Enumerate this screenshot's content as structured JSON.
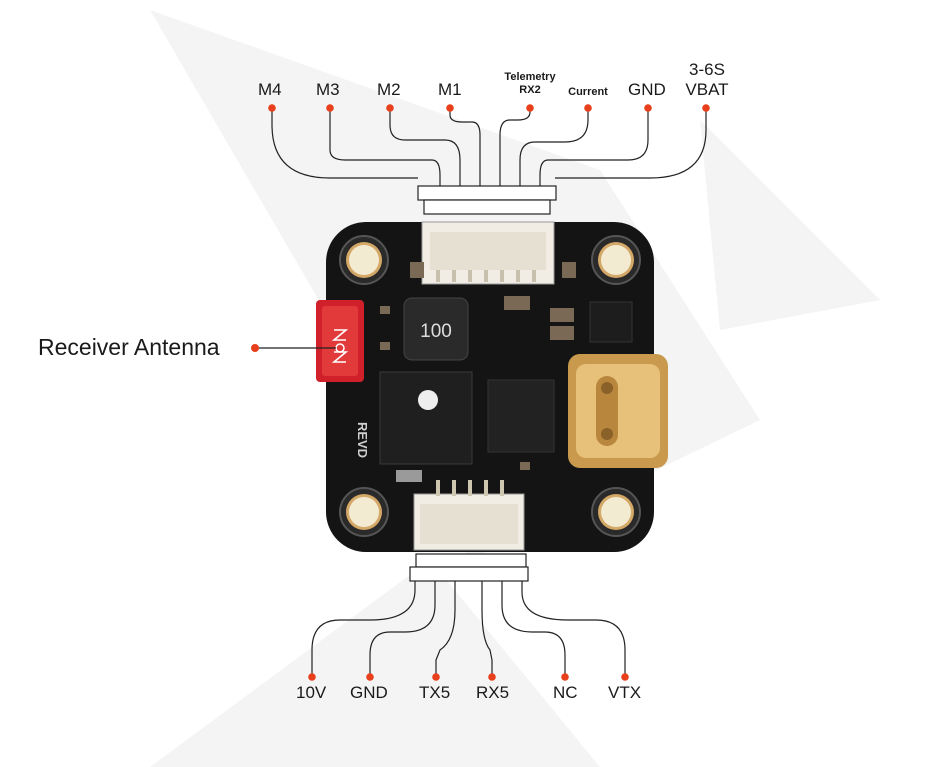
{
  "top_labels": {
    "m4": "M4",
    "m3": "M3",
    "m2": "M2",
    "m1": "M1",
    "telemetry_line1": "Telemetry",
    "telemetry_line2": "RX2",
    "current": "Current",
    "gnd": "GND",
    "vbat_line1": "3-6S",
    "vbat_line2": "VBAT"
  },
  "bottom_labels": {
    "v10": "10V",
    "gnd": "GND",
    "tx5": "TX5",
    "rx5": "RX5",
    "nc": "NC",
    "vtx": "VTX"
  },
  "antenna_label": "Receiver Antenna",
  "board_text": {
    "inductor_marking": "100",
    "edge_marking": "REVD"
  },
  "colors": {
    "pin_dot": "#e8401c",
    "wire": "#222222",
    "board": "#141414",
    "pad_gold": "#d4a866",
    "usb_metal": "#d8a95a",
    "antenna_red": "#d0202a"
  }
}
